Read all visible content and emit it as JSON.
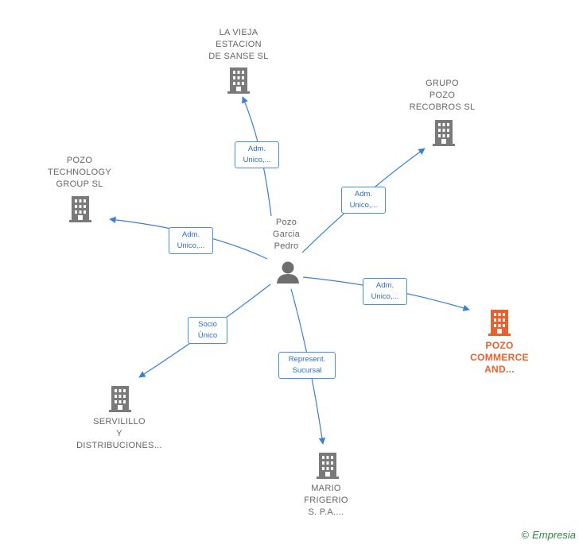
{
  "center": {
    "label": "Pozo\nGarcia\nPedro"
  },
  "nodes": [
    {
      "id": "la-vieja",
      "label": "LA VIEJA\nESTACION\nDE SANSE  SL",
      "highlight": false
    },
    {
      "id": "grupo-pozo",
      "label": "GRUPO\nPOZO\nRECOBROS  SL",
      "highlight": false
    },
    {
      "id": "pozo-technology",
      "label": "POZO\nTECHNOLOGY\nGROUP  SL",
      "highlight": false
    },
    {
      "id": "pozo-commerce",
      "label": "POZO\nCOMMERCE\nAND...",
      "highlight": true
    },
    {
      "id": "servilillo",
      "label": "SERVILILLO\nY\nDISTRIBUCIONES...",
      "highlight": false
    },
    {
      "id": "mario-frigerio",
      "label": "MARIO\nFRIGERIO\nS. P.A....",
      "highlight": false
    }
  ],
  "edges": [
    {
      "to": "la-vieja",
      "label": "Adm.\nUnico,..."
    },
    {
      "to": "grupo-pozo",
      "label": "Adm.\nUnico,..."
    },
    {
      "to": "pozo-technology",
      "label": "Adm.\nUnico,..."
    },
    {
      "to": "pozo-commerce",
      "label": "Adm.\nUnico,..."
    },
    {
      "to": "servilillo",
      "label": "Socio\nÚnico"
    },
    {
      "to": "mario-frigerio",
      "label": "Represent.\nSucursal"
    }
  ],
  "colors": {
    "edge": "#3a7fd5",
    "building": "#7a7a7a",
    "highlight": "#e8612c",
    "person": "#6e6e6e"
  },
  "footer": {
    "copyright": "©",
    "brand": "Empresia"
  }
}
